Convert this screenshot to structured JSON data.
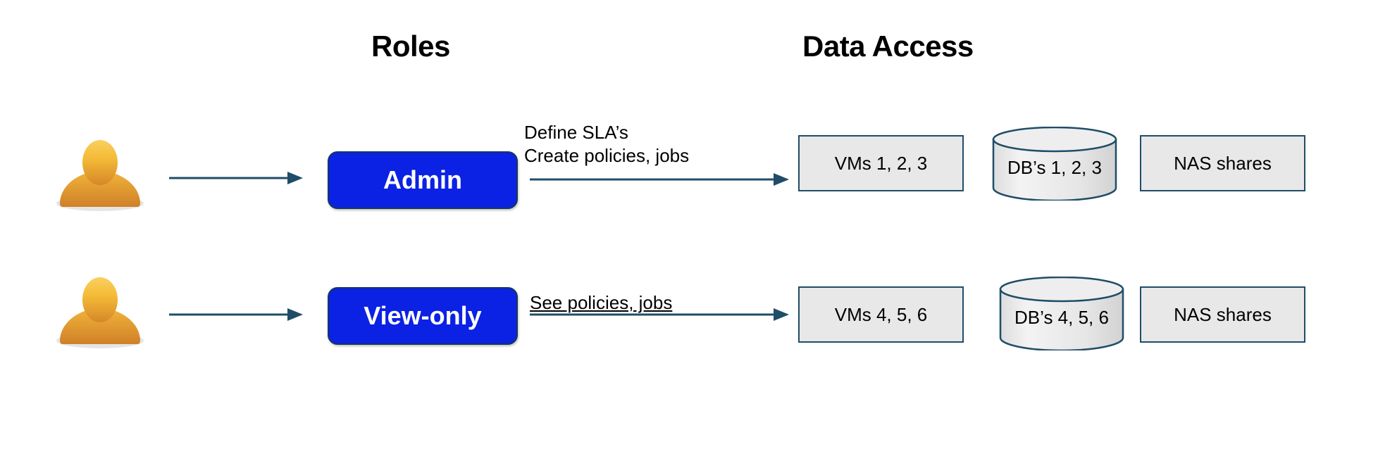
{
  "headings": {
    "roles": "Roles",
    "data_access": "Data Access"
  },
  "colors": {
    "role_pill_fill": "#0b22e4",
    "role_pill_border": "#17365d",
    "data_box_fill": "#e8e8e8",
    "data_box_border": "#1f4d68",
    "arrow": "#1f4d68",
    "person_light": "#f7c949",
    "person_dark": "#d98e2b",
    "heading_text": "#000000"
  },
  "rows": [
    {
      "user_icon": "person-icon",
      "role_label": "Admin",
      "arrow_caption": "Define SLA’s\nCreate policies, jobs",
      "caption_underlined": false,
      "data_access": {
        "vms": "VMs 1, 2, 3",
        "db": "DB’s 1, 2, 3",
        "nas": "NAS\nshares"
      }
    },
    {
      "user_icon": "person-icon",
      "role_label": "View-only",
      "arrow_caption": "See policies, jobs",
      "caption_underlined": true,
      "data_access": {
        "vms": "VMs 4, 5, 6",
        "db": "DB’s 4, 5, 6",
        "nas": "NAS\nshares"
      }
    }
  ]
}
